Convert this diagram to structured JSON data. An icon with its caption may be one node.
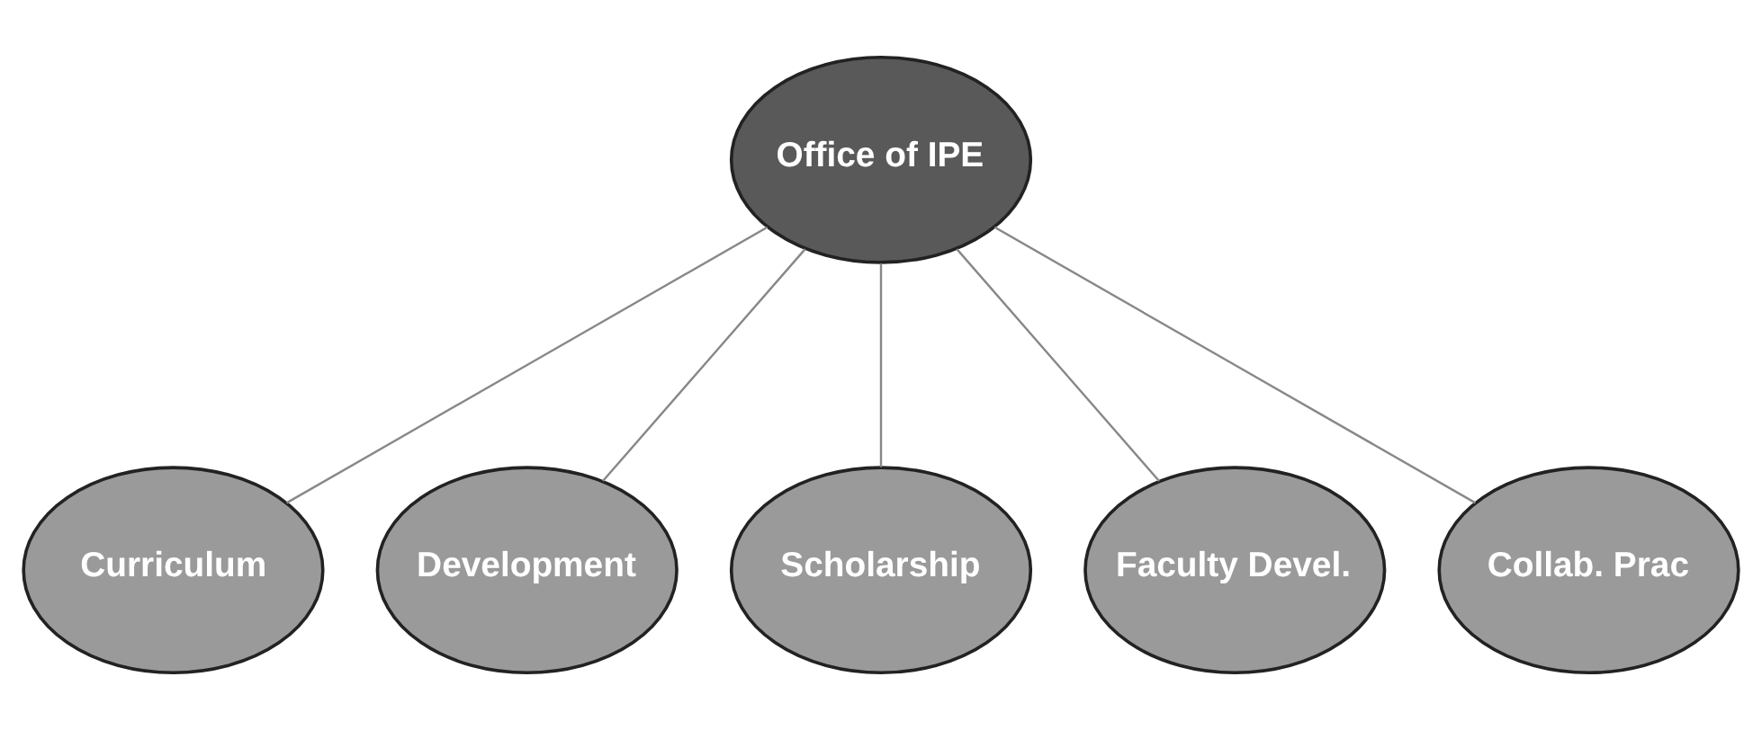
{
  "diagram": {
    "nodes": [
      {
        "text": [
          "Office of IPE"
        ]
      },
      {
        "text": [
          "Curriculum"
        ]
      },
      {
        "text": [
          "Development"
        ]
      },
      {
        "text": [
          "Scholarship"
        ]
      },
      {
        "text": [
          "Faculty Devel."
        ]
      },
      {
        "text": [
          "Collab. Prac"
        ]
      }
    ],
    "edges": [
      {
        "from": 0,
        "to": 1,
        "arrow": "none"
      },
      {
        "from": 0,
        "to": 2,
        "arrow": "none"
      },
      {
        "from": 0,
        "to": 3,
        "arrow": "none"
      },
      {
        "from": 0,
        "to": 4,
        "arrow": "none"
      },
      {
        "from": 0,
        "to": 5,
        "arrow": "none"
      }
    ]
  }
}
